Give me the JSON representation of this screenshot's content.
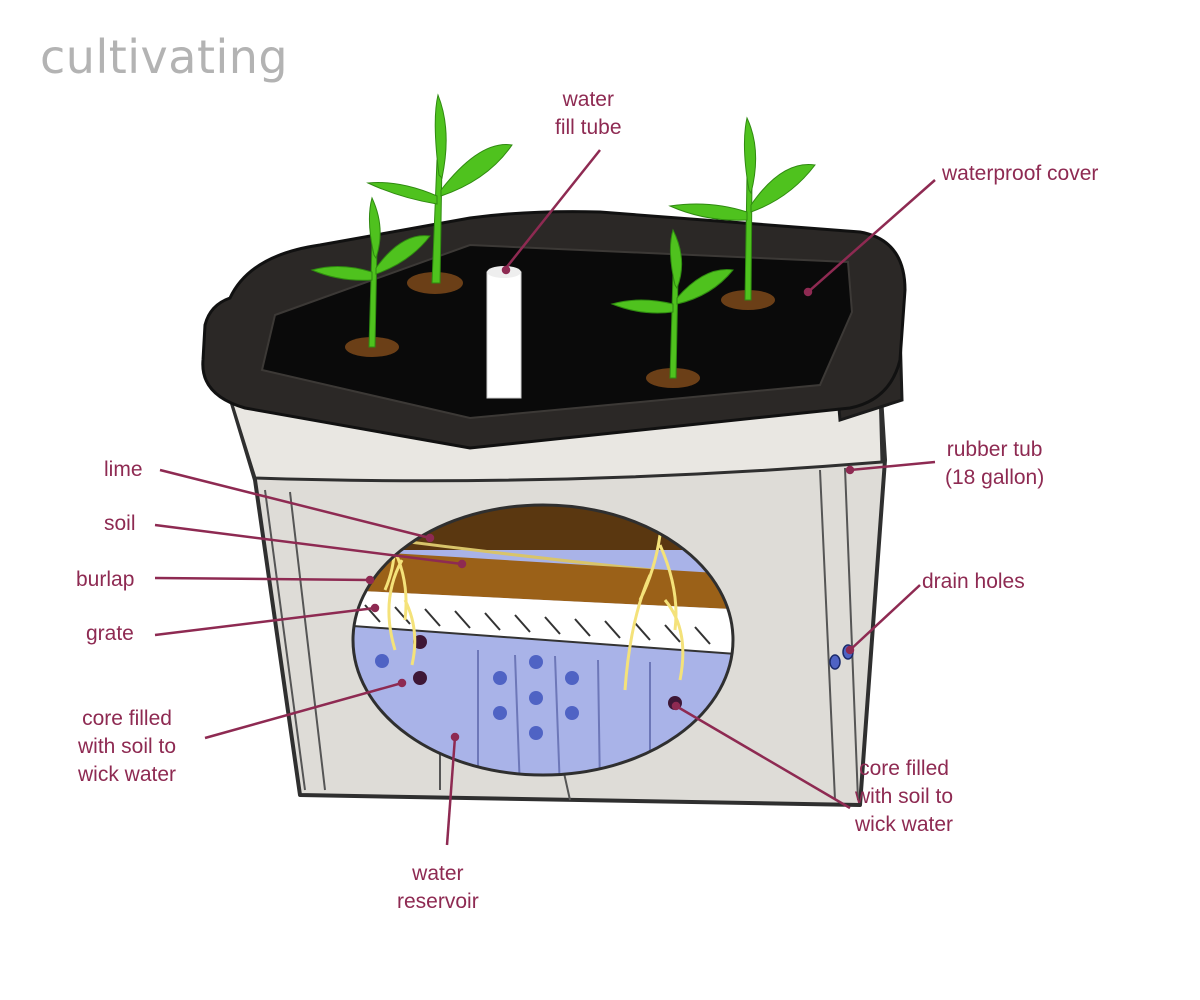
{
  "brand": "cultivating",
  "labels": {
    "water_fill_tube": [
      "water",
      "fill tube"
    ],
    "waterproof_cover": "waterproof cover",
    "rubber_tub": [
      "rubber tub",
      "(18 gallon)"
    ],
    "drain_holes": "drain holes",
    "lime": "lime",
    "soil": "soil",
    "burlap": "burlap",
    "grate": "grate",
    "core_left": [
      "core filled",
      "with soil to",
      "wick water"
    ],
    "core_right": [
      "core filled",
      "with soil to",
      "wick water"
    ],
    "water_reservoir": [
      "water",
      "reservoir"
    ]
  },
  "colors": {
    "label": "#8e2a52",
    "brand": "#b3b3b3",
    "lid": "#2b2826",
    "tub": "#dedcd7",
    "leaf": "#4fc21e",
    "soil_dark": "#5a3710",
    "soil_light": "#9b6118",
    "water": "#a9b3e8",
    "dot_blue": "#4f63c4",
    "dot_dark": "#3e1736"
  }
}
